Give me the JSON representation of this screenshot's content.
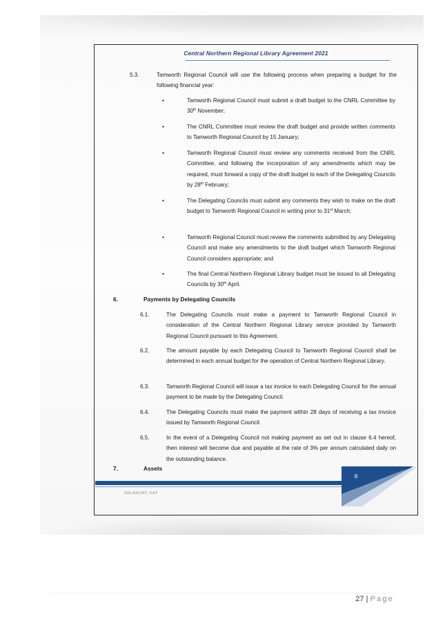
{
  "document": {
    "header_title": "Central Northern Regional Library Agreement 2021",
    "page_number_inner": "6",
    "footer_name": "DELAHUNT, KAY",
    "page_footer": {
      "number": "27",
      "separator": "|",
      "word": "Page"
    }
  },
  "section_5_3": {
    "number": "5.3.",
    "text": "Tamworth Regional Council will use the following process when preparing a budget for the following financial year:",
    "bullets": [
      {
        "pre": "Tamworth Regional Council must submit a draft budget to the CNRL Committee by 30",
        "sup": "th",
        "post": " November;"
      },
      {
        "pre": "The CNRL Committee must review the draft budget and provide written comments to Tamworth Regional Council by 15 January;",
        "sup": "",
        "post": ""
      },
      {
        "pre": "Tamworth Regional Council must review any comments received from the CNRL Committee, and following the incorporation of any amendments which may be required, must forward a copy of the draft budget to each of the Delegating Councils by 28",
        "sup": "th",
        "post": " February;"
      },
      {
        "pre": "The Delegating Councils must submit any comments they wish to make on the draft budget to Tamworth Regional Council in writing prior to 31",
        "sup": "st",
        "post": " March;"
      },
      {
        "pre": "Tamworth Regional Council must review the comments submitted by any Delegating Council and make any amendments to the draft budget which Tamworth Regional Council considers appropriate; and",
        "sup": "",
        "post": ""
      },
      {
        "pre": "The final Central Northern Regional Library budget must be issued to all Delegating Councils by 30",
        "sup": "th",
        "post": " April."
      }
    ]
  },
  "section_6": {
    "number": "6.",
    "title": "Payments by Delegating Councils",
    "clauses": [
      {
        "number": "6.1.",
        "text": "The Delegating Councils must make a payment to Tamworth Regional Council in consideration of the Central Northern Regional Library service provided by Tamworth Regional Council pursuant to this Agreement."
      },
      {
        "number": "6.2.",
        "text": "The amount payable by each Delegating Council to Tamworth Regional Council shall be determined in each annual budget for the operation of Central Northern Regional Library."
      },
      {
        "number": "6.3.",
        "text": "Tamworth Regional Council will issue a tax invoice to each Delegating Council for the annual payment to be made by the Delegating Council."
      },
      {
        "number": "6.4.",
        "text": "The Delegating Councils must make the payment within 28 days of receiving a tax invoice issued by Tamworth Regional Council."
      },
      {
        "number": "6.5.",
        "text": "In the event of a Delegating Council not making payment as set out in clause 6.4 hereof, then interest will become due and payable at the rate of 3% per annum calculated daily on the outstanding balance."
      }
    ]
  },
  "section_7": {
    "number": "7.",
    "title": "Assets"
  },
  "colors": {
    "accent_blue": "#1f4e8c",
    "header_blue": "#2a4a7a"
  }
}
